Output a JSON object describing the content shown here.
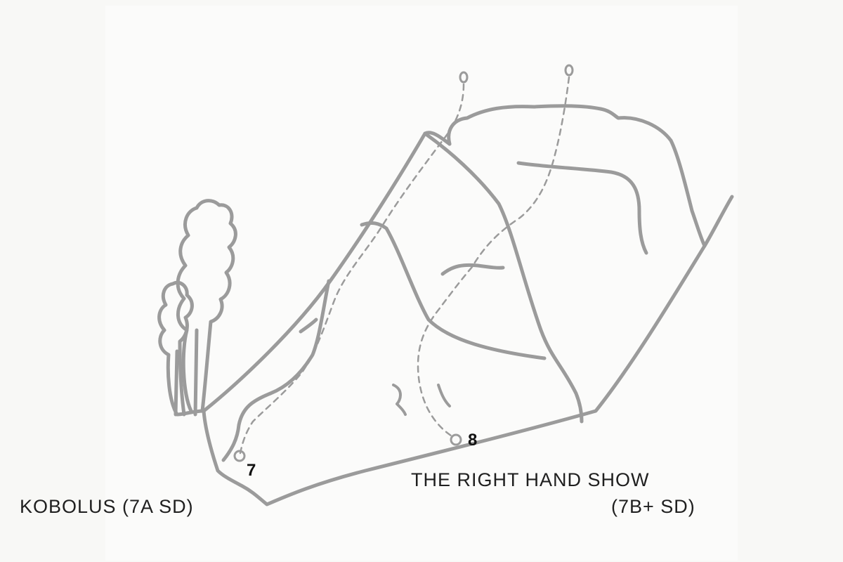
{
  "routes": [
    {
      "number": "7",
      "name": "KOBOLUS",
      "grade": "(7A SD)",
      "caption": "KOBOLUS (7A SD)"
    },
    {
      "number": "8",
      "name": "THE RIGHT HAND SHOW",
      "grade": "(7B+ SD)",
      "caption_line1": "THE RIGHT HAND SHOW",
      "caption_line2": "(7B+ SD)"
    }
  ],
  "colors": {
    "line": "#9b9b9b",
    "text": "#1f1f1f",
    "background": "#f8f8f6"
  }
}
